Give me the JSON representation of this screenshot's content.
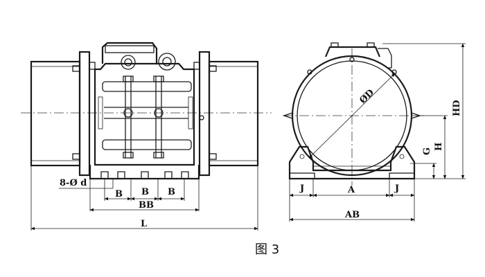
{
  "caption": "图 3",
  "front_view": {
    "holes_label": "8-Ø d",
    "dim_b_1": "B",
    "dim_b_2": "B",
    "dim_b_3": "B",
    "dim_bb": "BB",
    "dim_l": "L"
  },
  "side_view": {
    "dim_od": "ØD",
    "dim_j_left": "J",
    "dim_a": "A",
    "dim_j_right": "J",
    "dim_ab": "AB",
    "dim_g": "G",
    "dim_h": "H",
    "dim_hd": "HD"
  }
}
